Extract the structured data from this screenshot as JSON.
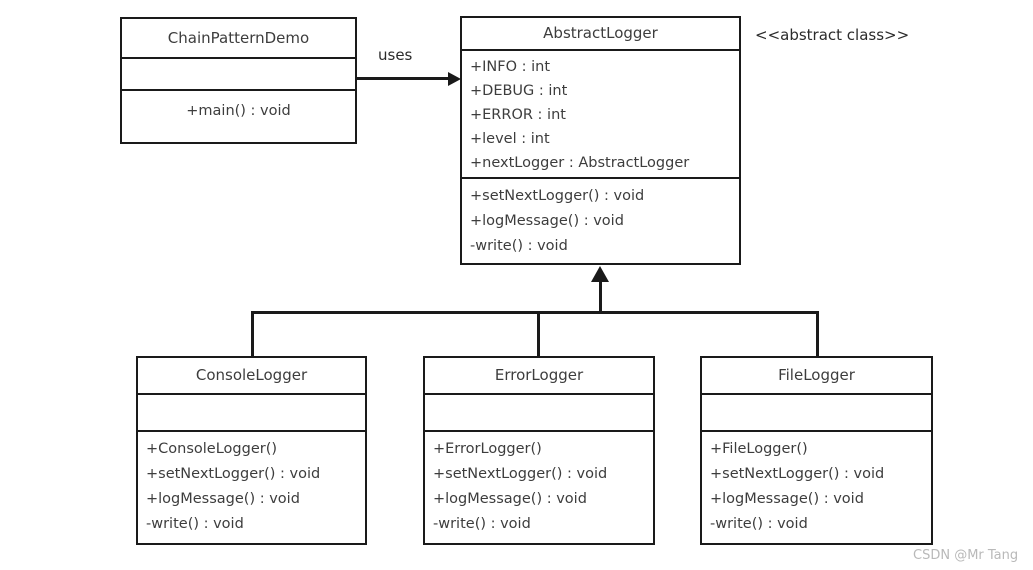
{
  "diagram": {
    "title": "Chain of Responsibility pattern UML class diagram",
    "background": "#ffffff",
    "line_color": "#1a1a1a",
    "text_color": "#3d3d3d"
  },
  "classes": {
    "chain_pattern_demo": {
      "name": "ChainPatternDemo",
      "attributes": [],
      "operations": [
        "+main()  : void"
      ]
    },
    "abstract_logger": {
      "name": "AbstractLogger",
      "stereotype": "<<abstract class>>",
      "attributes": [
        "+INFO : int",
        "+DEBUG : int",
        "+ERROR : int",
        "+level : int",
        "+nextLogger : AbstractLogger"
      ],
      "operations": [
        "+setNextLogger() : void",
        "+logMessage()  : void",
        "-write() : void"
      ]
    },
    "console_logger": {
      "name": "ConsoleLogger",
      "attributes": [],
      "operations": [
        "+ConsoleLogger()",
        "+setNextLogger() : void",
        "+logMessage()  : void",
        "-write() : void"
      ]
    },
    "error_logger": {
      "name": "ErrorLogger",
      "attributes": [],
      "operations": [
        "+ErrorLogger()",
        "+setNextLogger() : void",
        "+logMessage()  : void",
        "-write() : void"
      ]
    },
    "file_logger": {
      "name": "FileLogger",
      "attributes": [],
      "operations": [
        "+FileLogger()",
        "+setNextLogger() : void",
        "+logMessage()  : void",
        "-write() : void"
      ]
    }
  },
  "relations": {
    "uses": {
      "label": "uses",
      "from": "ChainPatternDemo",
      "to": "AbstractLogger",
      "type": "dependency"
    },
    "generalizations": [
      {
        "from": "ConsoleLogger",
        "to": "AbstractLogger",
        "type": "generalization"
      },
      {
        "from": "ErrorLogger",
        "to": "AbstractLogger",
        "type": "generalization"
      },
      {
        "from": "FileLogger",
        "to": "AbstractLogger",
        "type": "generalization"
      }
    ]
  },
  "watermark": {
    "text": "CSDN @Mr Tang"
  }
}
